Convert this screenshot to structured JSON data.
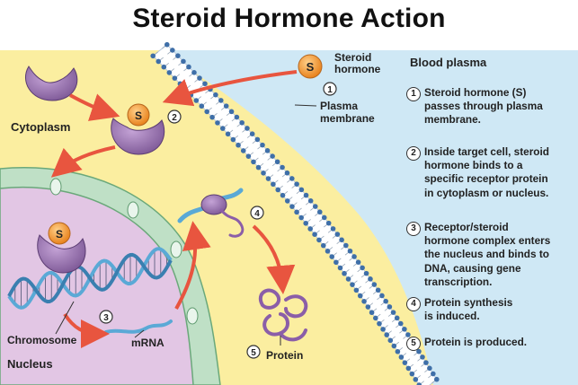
{
  "title": "Steroid Hormone Action",
  "labels": {
    "steroid_hormone": "Steroid\nhormone",
    "plasma_membrane": "Plasma\nmembrane",
    "blood_plasma": "Blood plasma",
    "cytoplasm": "Cytoplasm",
    "nucleus": "Nucleus",
    "chromosome": "Chromosome",
    "mrna": "mRNA",
    "protein": "Protein",
    "hormone_symbol": "S"
  },
  "step_markers": [
    "1",
    "2",
    "3",
    "4",
    "5"
  ],
  "steps": [
    {
      "num": "1",
      "text": "Steroid hormone (S)\npasses through plasma\nmembrane."
    },
    {
      "num": "2",
      "text": "Inside target cell, steroid\nhormone binds to a\nspecific receptor protein\nin cytoplasm or nucleus."
    },
    {
      "num": "3",
      "text": "Receptor/steroid\nhormone complex enters\nthe nucleus and binds to\nDNA, causing gene\ntranscription."
    },
    {
      "num": "4",
      "text": "Protein synthesis\nis induced."
    },
    {
      "num": "5",
      "text": "Protein is produced."
    }
  ],
  "colors": {
    "blood_plasma": "#cfe8f5",
    "cytoplasm": "#fbeea0",
    "nucleus": "#e2c6e4",
    "nuclear_envelope": "#bfe0c6",
    "membrane_head": "#3f6fa8",
    "receptor": "#a07cb4",
    "hormone": "#f39a2b",
    "arrow": "#e8553f",
    "dna": "#5aa9d6"
  }
}
